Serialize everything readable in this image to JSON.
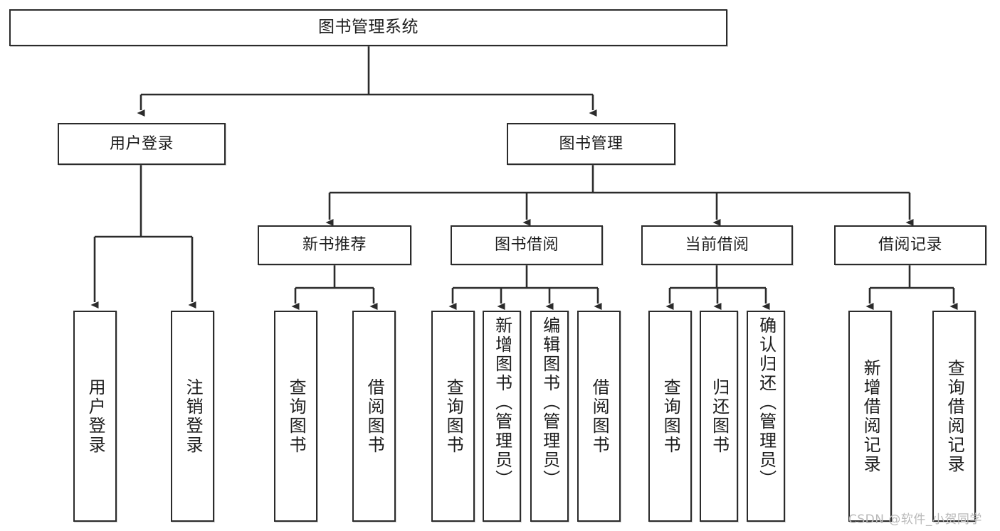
{
  "diagram": {
    "title": "图书管理系统",
    "type": "tree",
    "watermark": "CSDN @软件_小贺同学",
    "colors": {
      "background": "#ffffff",
      "box_border": "#2b2b2b",
      "box_fill": "#ffffff",
      "connector": "#2b2b2b",
      "text": "#1d1d1d",
      "watermark": "#b9b9b9"
    },
    "root": {
      "label": "图书管理系统"
    },
    "level2": [
      {
        "label": "用户登录"
      },
      {
        "label": "图书管理"
      }
    ],
    "level3": [
      {
        "label": "新书推荐"
      },
      {
        "label": "图书借阅"
      },
      {
        "label": "当前借阅"
      },
      {
        "label": "借阅记录"
      }
    ],
    "leaves": {
      "user_login": [
        {
          "label": "用户登录"
        },
        {
          "label": "注销登录"
        }
      ],
      "new_book_recommend": [
        {
          "label": "查询图书"
        },
        {
          "label": "借阅图书"
        }
      ],
      "book_borrow": [
        {
          "label": "查询图书"
        },
        {
          "label": "新增图书（管理员）"
        },
        {
          "label": "编辑图书（管理员）"
        },
        {
          "label": "借阅图书"
        }
      ],
      "current_borrow": [
        {
          "label": "查询图书"
        },
        {
          "label": "归还图书"
        },
        {
          "label": "确认归还（管理员）"
        }
      ],
      "borrow_record": [
        {
          "label": "新增借阅记录"
        },
        {
          "label": "查询借阅记录"
        }
      ]
    }
  }
}
